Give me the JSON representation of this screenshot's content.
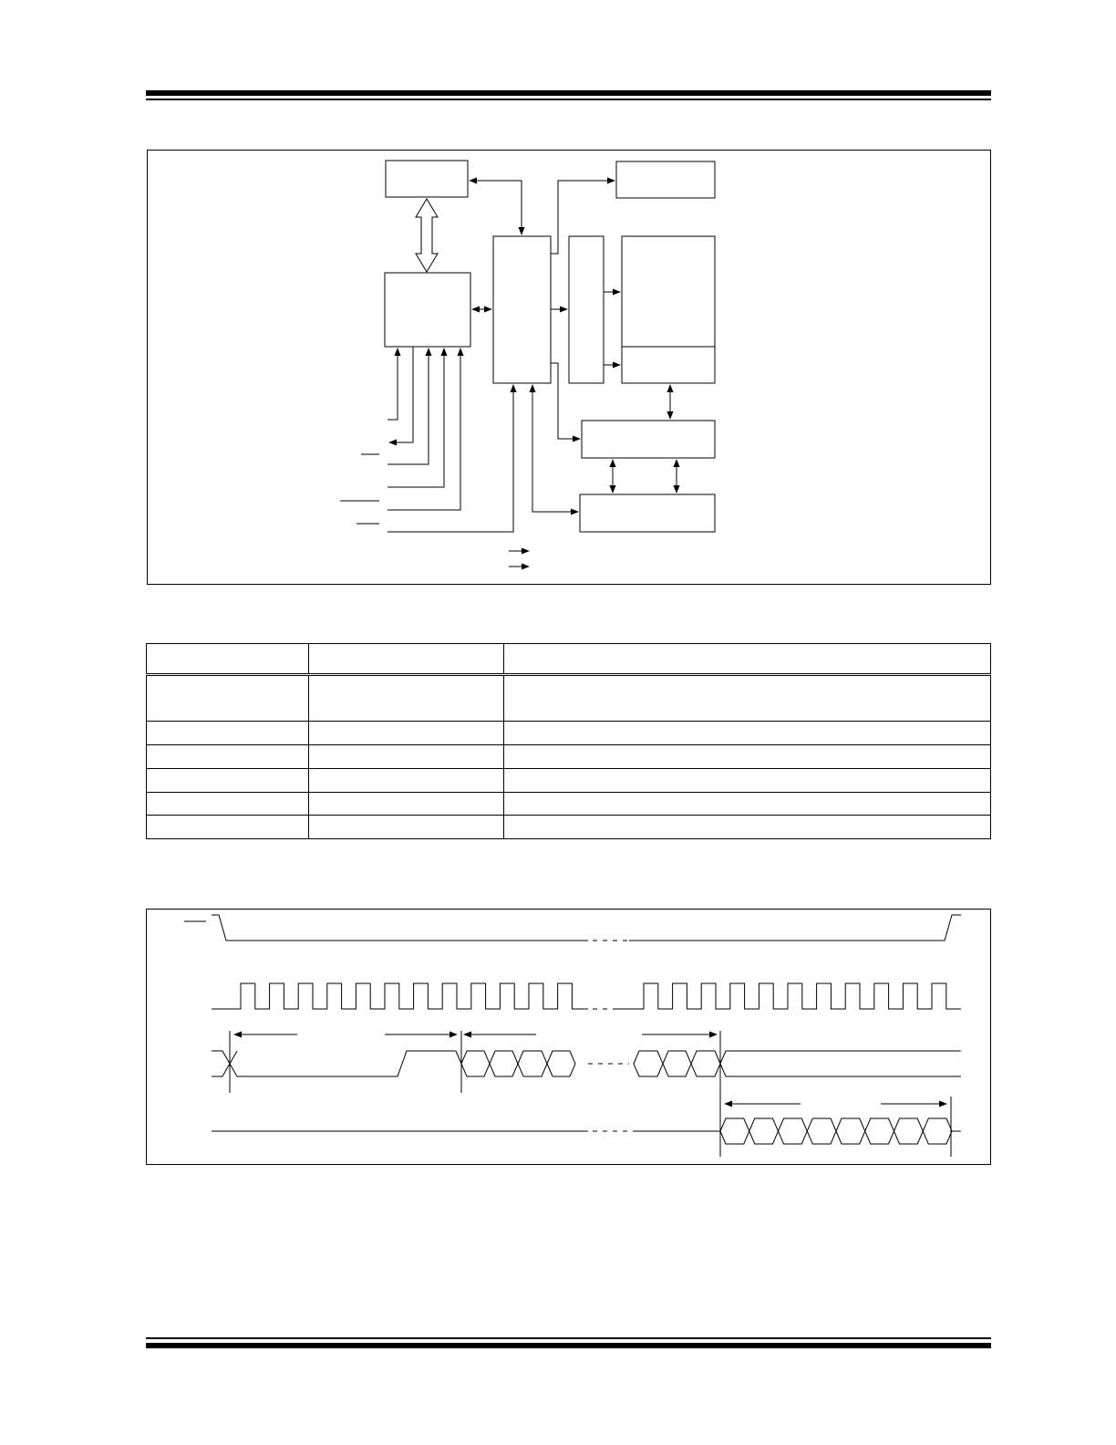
{
  "document": {
    "header_text": "",
    "footer_text": ""
  },
  "block_diagram": {
    "blocks": [
      {
        "id": "block-top-left",
        "label": ""
      },
      {
        "id": "block-top-right",
        "label": ""
      },
      {
        "id": "block-control-logic",
        "label": ""
      },
      {
        "id": "block-center-column",
        "label": ""
      },
      {
        "id": "block-decoder",
        "label": ""
      },
      {
        "id": "block-memory-array",
        "label": ""
      },
      {
        "id": "block-page-buffer",
        "label": ""
      },
      {
        "id": "block-sense-amp",
        "label": ""
      },
      {
        "id": "block-output-buffer",
        "label": ""
      }
    ],
    "signal_labels": []
  },
  "pin_table": {
    "columns": [
      "",
      "",
      ""
    ],
    "rows": [
      [
        "",
        "",
        ""
      ],
      [
        "",
        "",
        ""
      ],
      [
        "",
        "",
        ""
      ],
      [
        "",
        "",
        ""
      ],
      [
        "",
        "",
        ""
      ],
      [
        "",
        "",
        ""
      ]
    ]
  },
  "timing_diagram": {
    "signals": [
      {
        "id": "cs",
        "label": ""
      },
      {
        "id": "sck",
        "label": ""
      },
      {
        "id": "si",
        "label": ""
      },
      {
        "id": "so",
        "label": ""
      }
    ]
  }
}
